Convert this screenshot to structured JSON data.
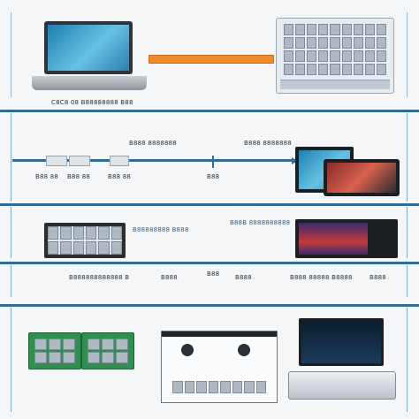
{
  "sections": {
    "top": {
      "caption": "C8C8 08 B88888888 B88"
    },
    "middle": {
      "label_left": "B888 8888888",
      "label_right": "B888 8888888",
      "ports": [
        "B88 88",
        "B88 88",
        "B88 88"
      ],
      "center_tag": "B88"
    },
    "row3": {
      "label_left": "B88888888 B888",
      "label_right": "B88B 8888888888"
    },
    "row4": {
      "labels": [
        "B888888888888 B",
        "B888",
        "B88",
        "B888",
        "B888 88888 B8888",
        "B888"
      ]
    }
  },
  "colors": {
    "accent_line": "#2f6c9a",
    "orange_connector": "#f08a2a",
    "green_board": "#2f8f4e"
  }
}
